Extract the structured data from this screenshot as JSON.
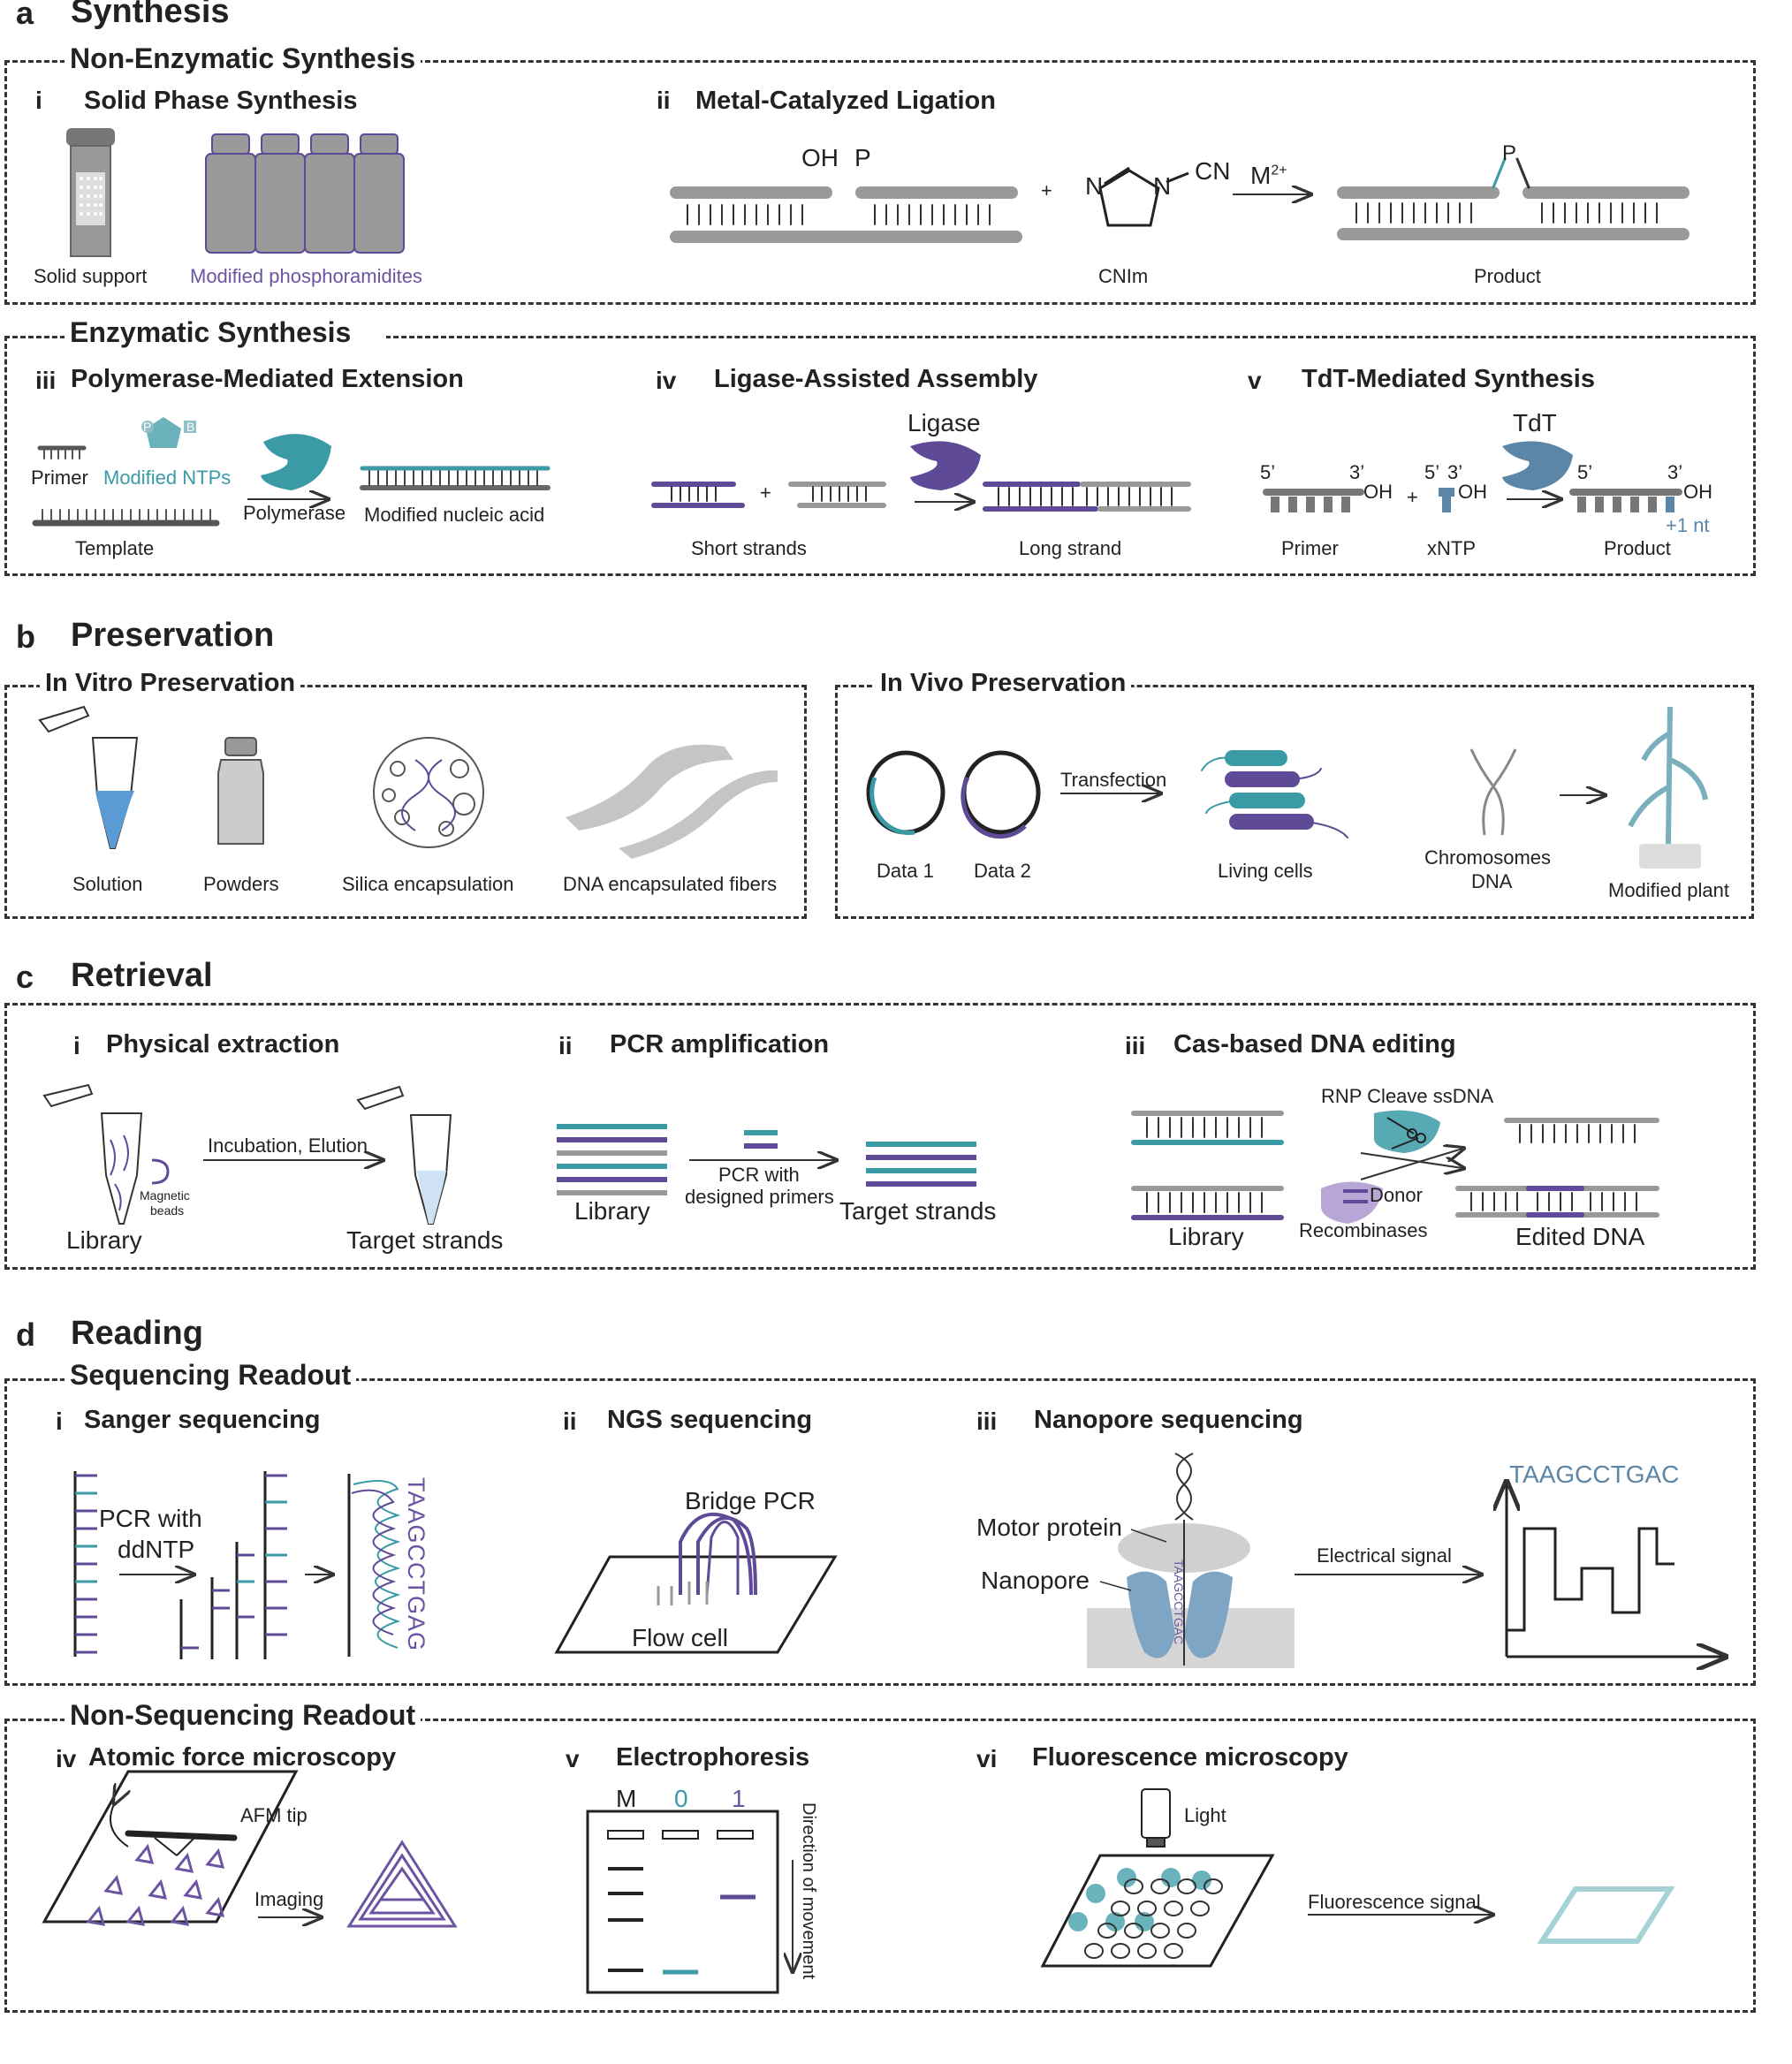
{
  "colors": {
    "teal": "#3a9aa6",
    "purple": "#5e4a96",
    "gray": "#8f8f8f",
    "dark": "#333333",
    "light_purple": "#b7a6d6"
  },
  "a": {
    "letter": "a",
    "title": "Synthesis",
    "non_enzymatic": {
      "title": "Non-Enzymatic Synthesis",
      "i": {
        "num": "i",
        "title": "Solid Phase Synthesis",
        "solid_support": "Solid support",
        "phosphoramidites": "Modified phosphoramidites"
      },
      "ii": {
        "num": "ii",
        "title": "Metal-Catalyzed Ligation",
        "oh": "OH",
        "p": "P",
        "plus": "+",
        "n1": "N",
        "n2": "N",
        "cn": "CN",
        "m2": "M",
        "m2_sup": "2+",
        "cnim": "CNIm",
        "product": "Product",
        "p2": "P"
      }
    },
    "enzymatic": {
      "title": "Enzymatic Synthesis",
      "iii": {
        "num": "iii",
        "title": "Polymerase-Mediated Extension",
        "primer": "Primer",
        "ntps": "Modified NTPs",
        "template": "Template",
        "polymerase": "Polymerase",
        "modified_na": "Modified nucleic acid",
        "p_letter": "P",
        "b_letter": "B"
      },
      "iv": {
        "num": "iv",
        "title": "Ligase-Assisted Assembly",
        "ligase": "Ligase",
        "plus": "+",
        "short": "Short strands",
        "long": "Long strand"
      },
      "v": {
        "num": "v",
        "title": "TdT-Mediated Synthesis",
        "tdt": "TdT",
        "five1": "5’",
        "three1": "3’",
        "oh1": "OH",
        "plus": "+",
        "five2": "5’",
        "three2": "3’",
        "oh2": "OH",
        "five3": "5’",
        "three3": "3’",
        "oh3": "OH",
        "primer": "Primer",
        "xntp": "xNTP",
        "product": "Product",
        "plus_nt": "+1 nt"
      }
    }
  },
  "b": {
    "letter": "b",
    "title": "Preservation",
    "in_vitro": {
      "title": "In Vitro Preservation",
      "solution": "Solution",
      "powders": "Powders",
      "silica": "Silica encapsulation",
      "fibers": "DNA encapsulated fibers"
    },
    "in_vivo": {
      "title": "In Vivo Preservation",
      "data1": "Data 1",
      "data2": "Data 2",
      "transfection": "Transfection",
      "living": "Living cells",
      "chromosomes": "Chromosomes",
      "dna": "DNA",
      "plant": "Modified plant"
    }
  },
  "c": {
    "letter": "c",
    "title": "Retrieval",
    "i": {
      "num": "i",
      "title": "Physical extraction",
      "incubation": "Incubation, Elution",
      "magnetic1": "Magnetic",
      "magnetic2": "beads",
      "library": "Library",
      "target": "Target strands"
    },
    "ii": {
      "num": "ii",
      "title": "PCR amplification",
      "pcr1": "PCR with",
      "pcr2": "designed primers",
      "library": "Library",
      "target": "Target strands"
    },
    "iii": {
      "num": "iii",
      "title": "Cas-based DNA editing",
      "rnp": "RNP Cleave ssDNA",
      "donor": "Donor",
      "recombinases": "Recombinases",
      "library": "Library",
      "edited": "Edited DNA"
    }
  },
  "d": {
    "letter": "d",
    "title": "Reading",
    "seq": {
      "title": "Sequencing Readout",
      "i": {
        "num": "i",
        "title": "Sanger sequencing",
        "pcr1": "PCR with",
        "pcr2": "ddNTP",
        "seq": "TAAGCCTGAG"
      },
      "ii": {
        "num": "ii",
        "title": "NGS sequencing",
        "bridge": "Bridge PCR",
        "flow": "Flow cell"
      },
      "iii": {
        "num": "iii",
        "title": "Nanopore sequencing",
        "motor": "Motor protein",
        "nanopore": "Nanopore",
        "electrical": "Electrical signal",
        "seq": "TAAGCCTGAC",
        "strand_seq": "TAAGCCTGAC"
      }
    },
    "nonseq": {
      "title": "Non-Sequencing Readout",
      "iv": {
        "num": "iv",
        "title": "Atomic force microscopy",
        "afm": "AFM tip",
        "imaging": "Imaging"
      },
      "v": {
        "num": "v",
        "title": "Electrophoresis",
        "m": "M",
        "zero": "0",
        "one": "1",
        "direction": "Direction of movement"
      },
      "vi": {
        "num": "vi",
        "title": "Fluorescence microscopy",
        "light": "Light",
        "signal": "Fluorescence signal"
      }
    }
  }
}
